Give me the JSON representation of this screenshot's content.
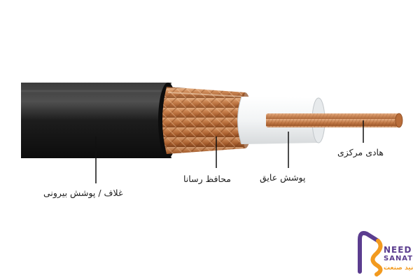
{
  "labels": {
    "jacket": "غلاف / پوشش بیرونی",
    "shield": "محافظ رسانا",
    "dielectric": "پوشش عایق",
    "conductor": "هادی مرکزی"
  },
  "logo": {
    "word_top": "NEED",
    "word_bottom": "SANAT",
    "word_fa": "نید صنعت",
    "colors": {
      "purple": "#5b3d8f",
      "orange": "#f29a1f"
    }
  },
  "colors": {
    "jacket": "#1a1a1a",
    "copper": "#c67a45",
    "dielectric": "#f4f6f7",
    "leader_line": "#111111"
  }
}
